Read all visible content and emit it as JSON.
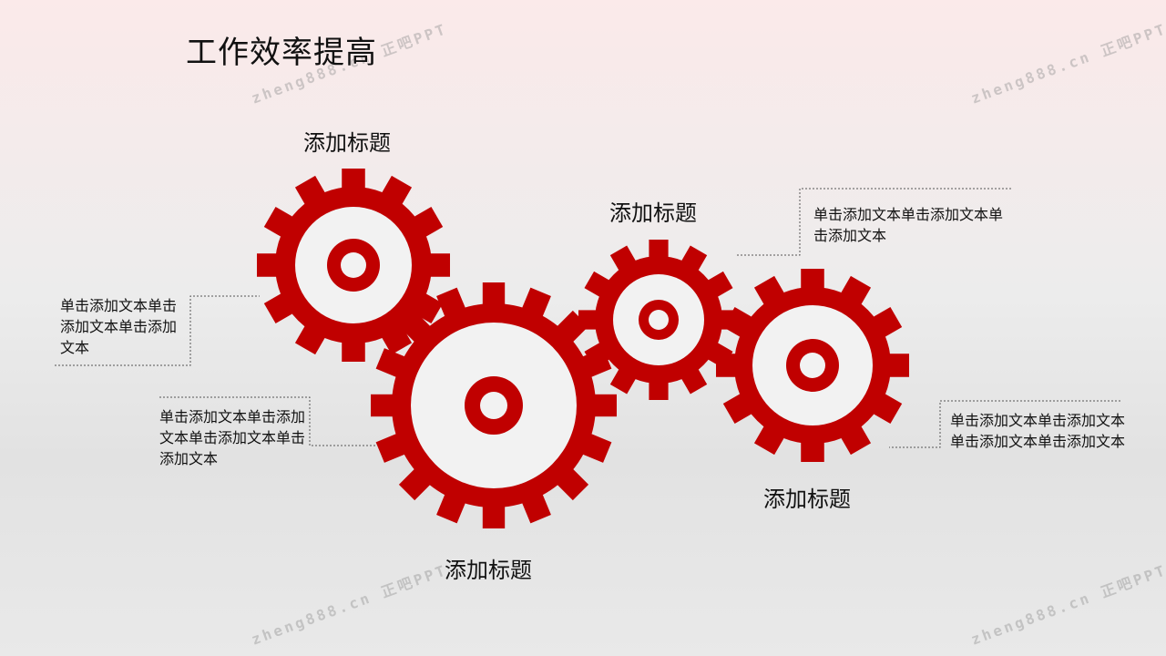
{
  "title": "工作效率提高",
  "gears": [
    {
      "title": "添加标题"
    },
    {
      "title": "添加标题"
    },
    {
      "title": "添加标题"
    },
    {
      "title": "添加标题"
    }
  ],
  "notes": [
    {
      "text": "单击添加文本单击添加文本单击添加文本"
    },
    {
      "text": "单击添加文本单击添加文本单击添加文本单击添加文本"
    },
    {
      "text": "单击添加文本单击添加文本单击添加文本"
    },
    {
      "text": "单击添加文本单击添加文本单击添加文本单击添加文本"
    }
  ],
  "watermark": "zheng888.cn 正吧PPT",
  "colors": {
    "gear": "#c00000",
    "gear_face": "#f2f2f2",
    "leader": "#555555"
  }
}
